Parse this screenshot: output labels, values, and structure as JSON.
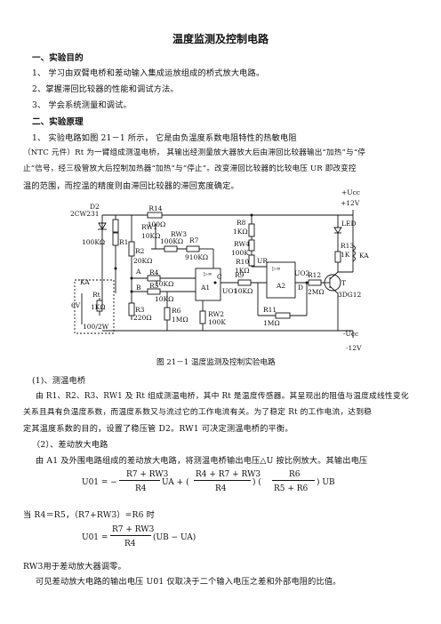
{
  "title": "温度监测及控制电路",
  "section1": {
    "heading": "一、实验目的",
    "items": [
      "1、  学习由双臂电桥和差动输入集成运放组成的桥式放大电路。",
      "2、掌握滞回比较器的性能和调试方法。",
      "3、  学会系统测量和调试。"
    ]
  },
  "section2": {
    "heading": "二、实验原理",
    "para_lines": [
      "1、  实验电路如图 21－1 所示，  它是由负温度系数电阻特性的热敏电阻",
      "（NTC 元件）Rt 为一臂组成测温电桥，  其输出经测量放大器放大后由滞回比较器输出“加热”与“停",
      "止”信号，经三极管放大后控制加热器“加热”与“停止”。改变滞回比较器的比较电压 UR 即改变控",
      "温的范围，而控温的精度则由滞回比较器的滞回宽度确定。"
    ]
  },
  "circuit": {
    "labels": {
      "R14": "R14",
      "R14v": "100Ω",
      "D2": "D2",
      "D2v": "2CW231",
      "RW1": "RW1",
      "RW1v": "10KΩ",
      "R1v": "100KΩ",
      "R1": "R1",
      "RW3": "RW3",
      "RW3v": "100KΩ",
      "R7": "R7",
      "R7v": "910KΩ",
      "R2": "R2",
      "R2v": "20KΩ",
      "A": "A",
      "B": "B",
      "C": "C",
      "D": "D",
      "R4": "R4",
      "R4v": "10KΩ",
      "R5": "R5",
      "R5v": "10KΩ",
      "R3": "R3",
      "R3v": "220Ω",
      "R6": "R6",
      "R6v": "1MΩ",
      "A1": "A1",
      "RW2": "RW2",
      "RW2v": "100K",
      "R8": "R8",
      "R8v": "1KΩ",
      "RW4": "RW4",
      "RW4v": "100K",
      "R10": "R10",
      "R10v": "1KΩ",
      "UR": "UR",
      "R9": "R9",
      "R9v": "10KΩ",
      "UO1": "UO1",
      "A2": "A2",
      "R11": "R11",
      "R11v": "1MΩ",
      "UO2": "UO2",
      "R12": "R12",
      "R12v": "2MΩ",
      "Ucc_top": "+Ucc",
      "v12p": "+12V",
      "LED": "LED",
      "R13": "R13",
      "R13v": "1K",
      "KA": "KA",
      "T": "T",
      "Tv": "3DG12",
      "Ucc_bot": "-Ucc",
      "v12n": "-12V",
      "KA_left": "KA",
      "Rt": "Rt",
      "Rtv": "1KΩ",
      "v6": "6V",
      "heater": "100/2W",
      "amp": "▷∞"
    }
  },
  "caption": "图 21－1   温度监测及控制实验电路",
  "sub1": {
    "heading": "(1)、测温电桥",
    "lines": [
      "由 R1、R2、R3、RW1 及 Rt 组成测温电桥，其中 Rt 是温度传感器。其呈现出的阻值与温度成线性变化",
      "关系且具有负温度系数，而温度系数又与流过它的工作电流有关。为了稳定 Rt 的工作电流，达到稳",
      "定其温度系数的目的，设置了稳压管 D2。RW1 可决定测温电桥的平衡。"
    ]
  },
  "sub2": {
    "heading": "（2）、差动放大电路",
    "line": "由 A1 及外围电路组成的差动放大电路，将测温电桥输出电压△U 按比例放大。其输出电压",
    "condition": "当 R4＝R5，（R7+RW3）=R6 时",
    "rw3": "RW3用于差动放大器调零。",
    "last": "可见差动放大电路的输出电压 U01 仅取决于二个输入电压之差和外部电阻的比值。"
  },
  "eq1": {
    "lhs": "U01 = −",
    "n1": "R7 + RW3",
    "d1": "R4",
    "ua": "UA + (",
    "n2": "R4 + R7 + RW3",
    "d2": "R4",
    "mid": ") (",
    "n3": "R6",
    "d3": "R5 + R6",
    "ub": ") UB"
  },
  "eq2": {
    "lhs": "U01 =",
    "n": "R7 + RW3",
    "d": "R4",
    "rhs": "(UB − UA)"
  }
}
